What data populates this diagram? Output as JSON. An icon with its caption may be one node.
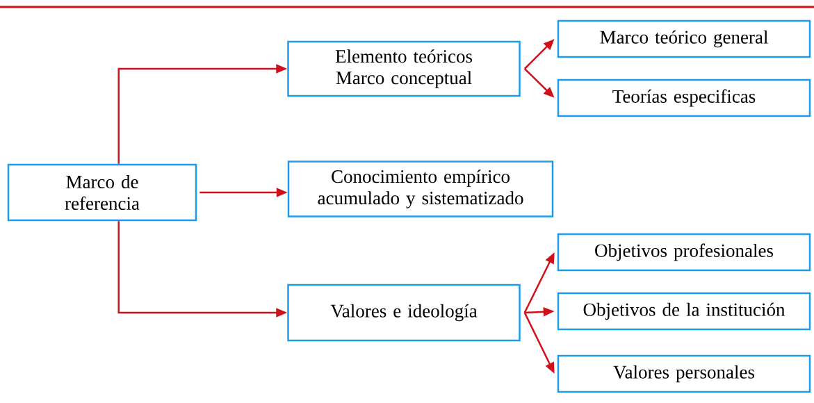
{
  "diagram": {
    "nodes": [
      {
        "text": [
          "Marco de referencia"
        ]
      },
      {
        "text": [
          "Elemento teóricos Marco conceptual"
        ]
      },
      {
        "text": [
          "Marco teórico general"
        ]
      },
      {
        "text": [
          "Teorías especificas"
        ]
      },
      {
        "text": [
          "Conocimiento empírico acumulado y sistematizado"
        ]
      },
      {
        "text": [
          "Valores e ideología"
        ]
      },
      {
        "text": [
          "Objetivos profesionales"
        ]
      },
      {
        "text": [
          "Objetivos de la institución"
        ]
      },
      {
        "text": [
          "Valores personales"
        ]
      }
    ],
    "edges": [
      {
        "from": 0,
        "to": 1,
        "arrow": "to"
      },
      {
        "from": 0,
        "to": 4,
        "arrow": "to"
      },
      {
        "from": 0,
        "to": 5,
        "arrow": "to"
      },
      {
        "from": 1,
        "to": 2,
        "arrow": "to"
      },
      {
        "from": 1,
        "to": 3,
        "arrow": "to"
      },
      {
        "from": 5,
        "to": 6,
        "arrow": "to"
      },
      {
        "from": 5,
        "to": 7,
        "arrow": "to"
      },
      {
        "from": 5,
        "to": 8,
        "arrow": "to"
      }
    ]
  }
}
